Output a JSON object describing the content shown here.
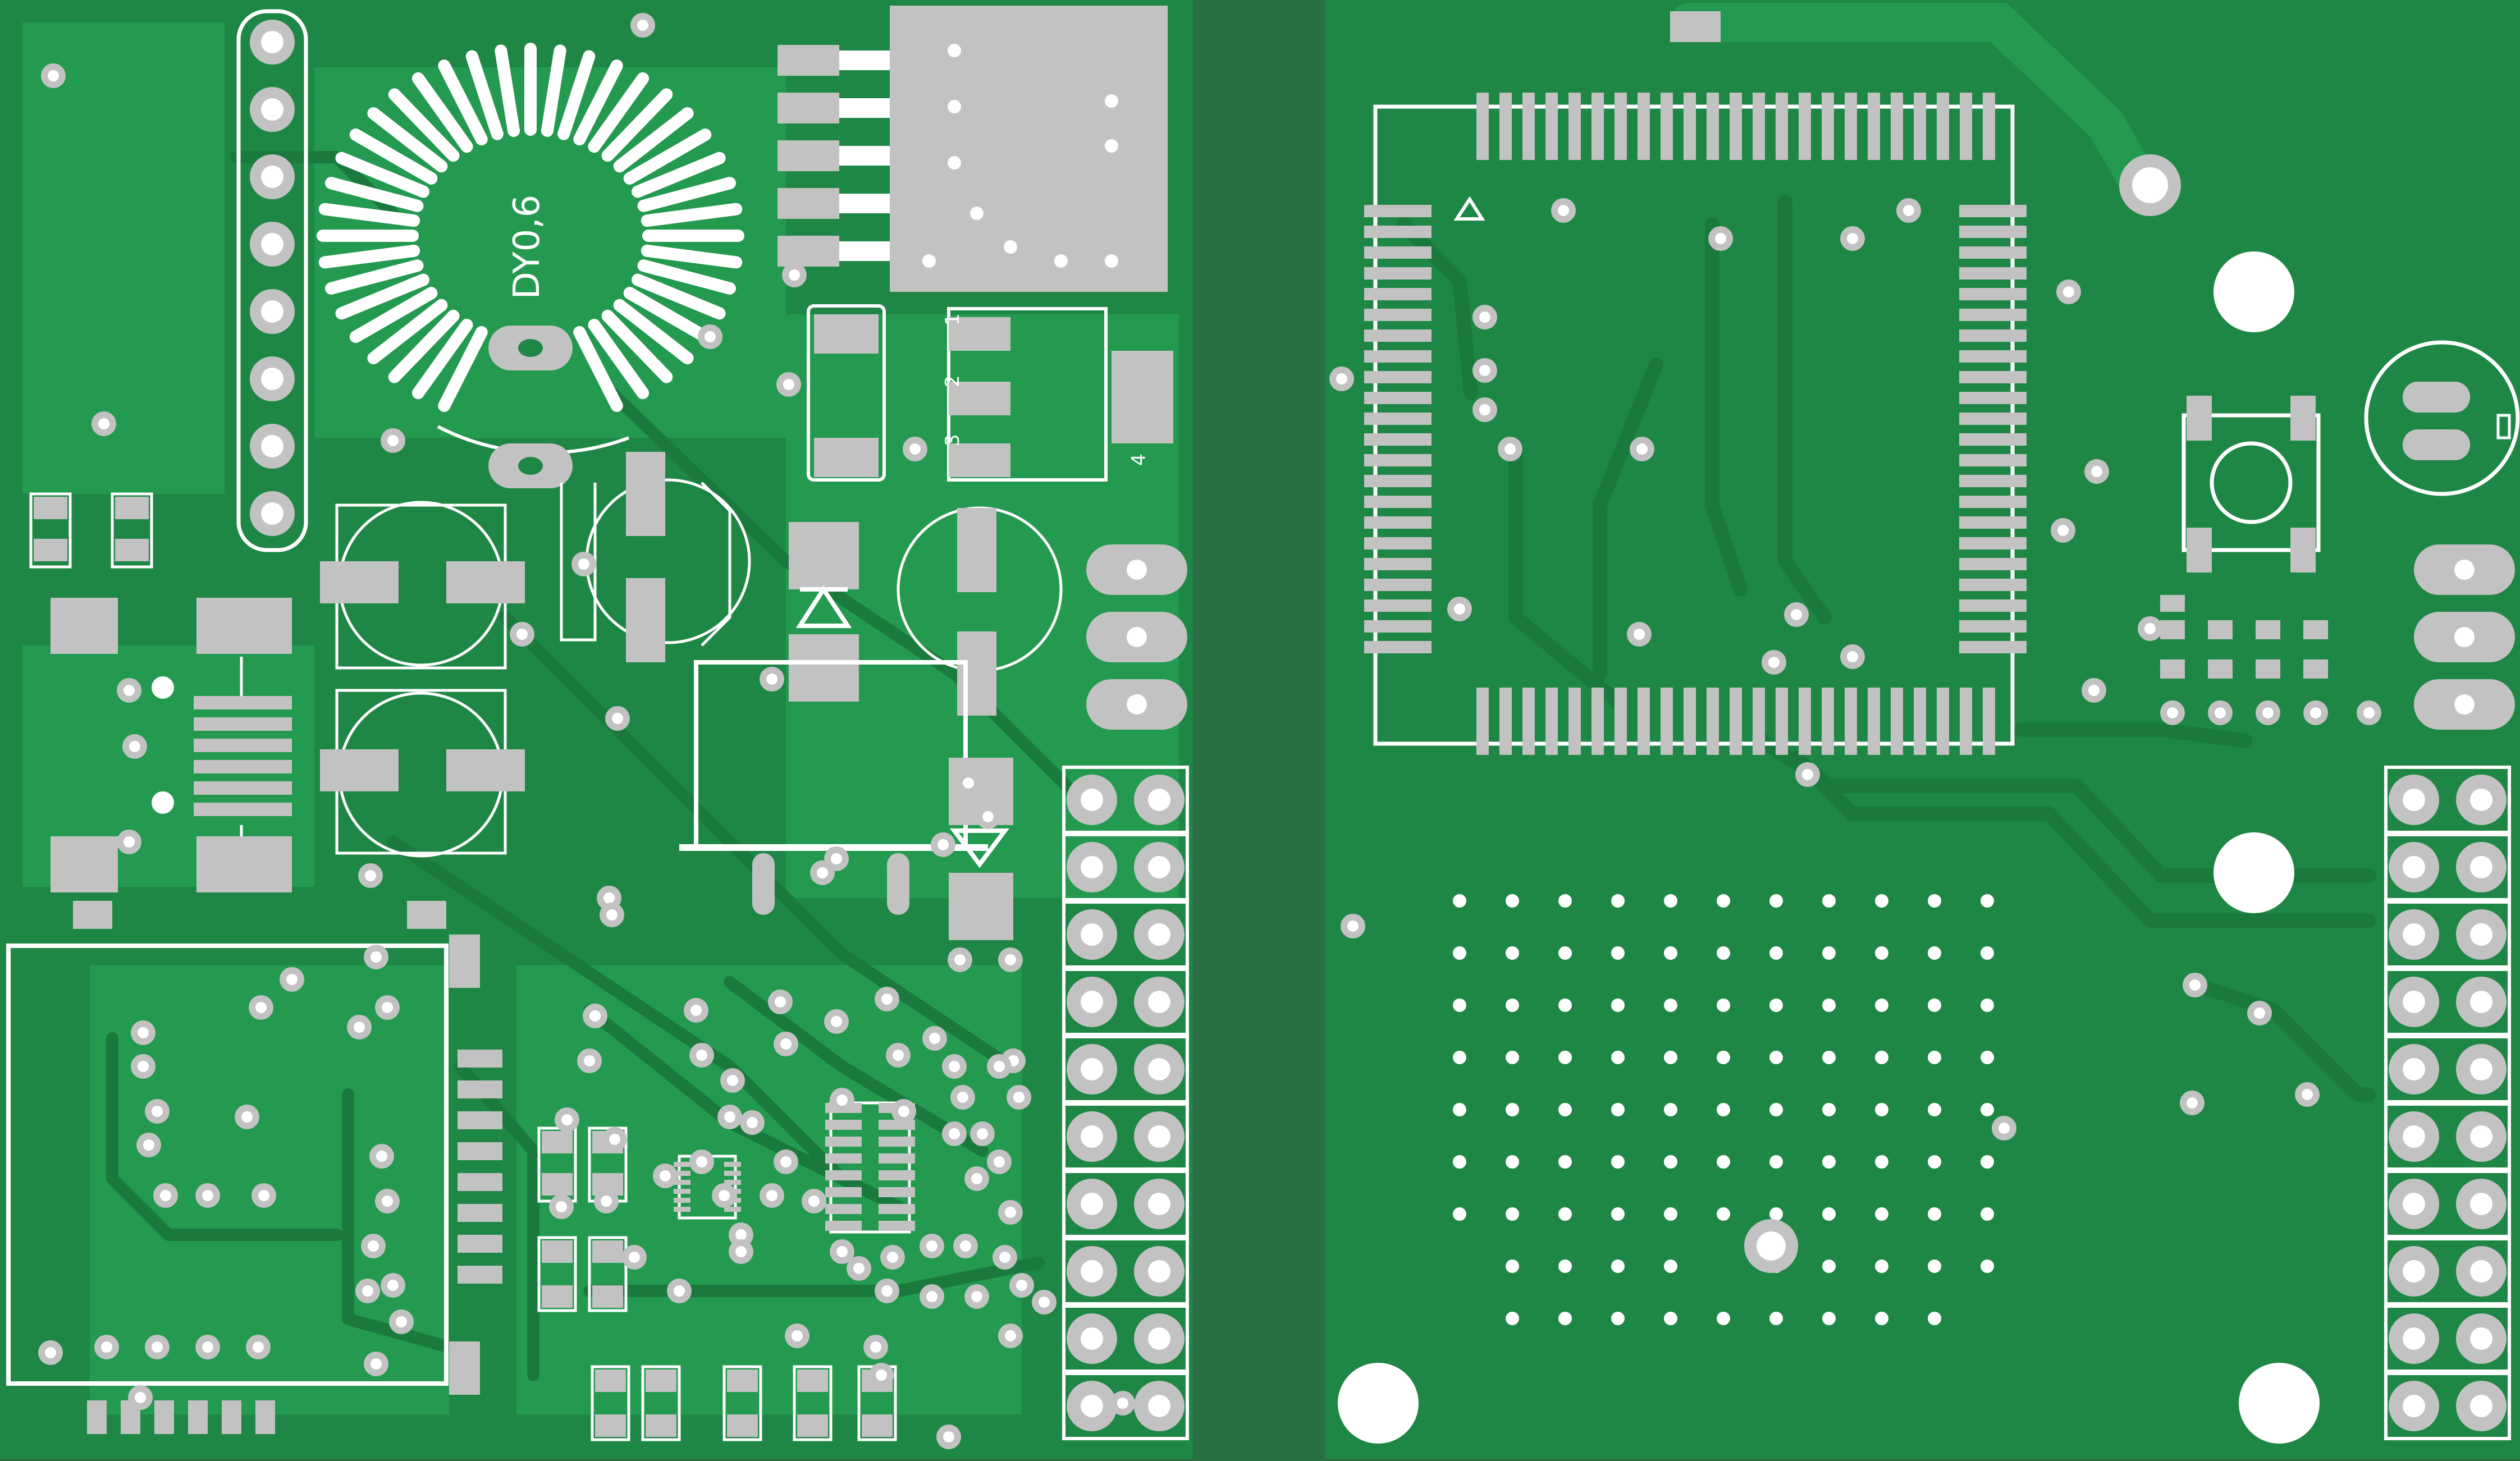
{
  "board": {
    "silk_labels": {
      "inductor": "DY0,6",
      "pin1": "1",
      "pin2": "2",
      "pin3": "3",
      "pin4": "4"
    },
    "colors": {
      "background": "#2a6e44",
      "board_green": "#1e8a46",
      "copper_green": "#239a4f",
      "track_green": "#1a7a3d",
      "pad": "#c2c2c2",
      "silk": "#ffffff"
    }
  }
}
